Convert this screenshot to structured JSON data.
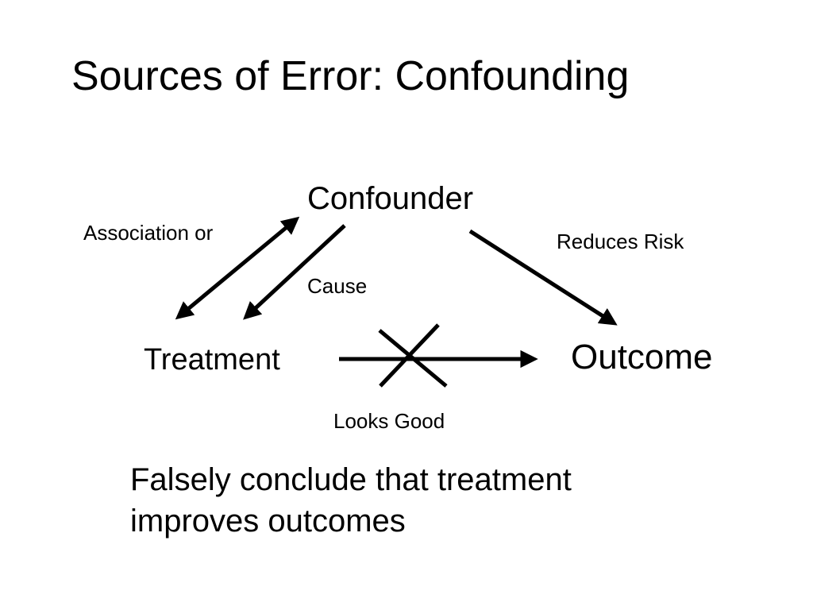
{
  "slide": {
    "title": "Sources of Error: Confounding",
    "nodes": {
      "confounder": "Confounder",
      "treatment": "Treatment",
      "outcome": "Outcome"
    },
    "edge_labels": {
      "association": "Association or",
      "cause": "Cause",
      "reduces_risk": "Reduces Risk",
      "looks_good": "Looks Good"
    },
    "conclusion": "Falsely conclude that treatment improves outcomes"
  },
  "colors": {
    "background": "#ffffff",
    "ink": "#000000"
  }
}
